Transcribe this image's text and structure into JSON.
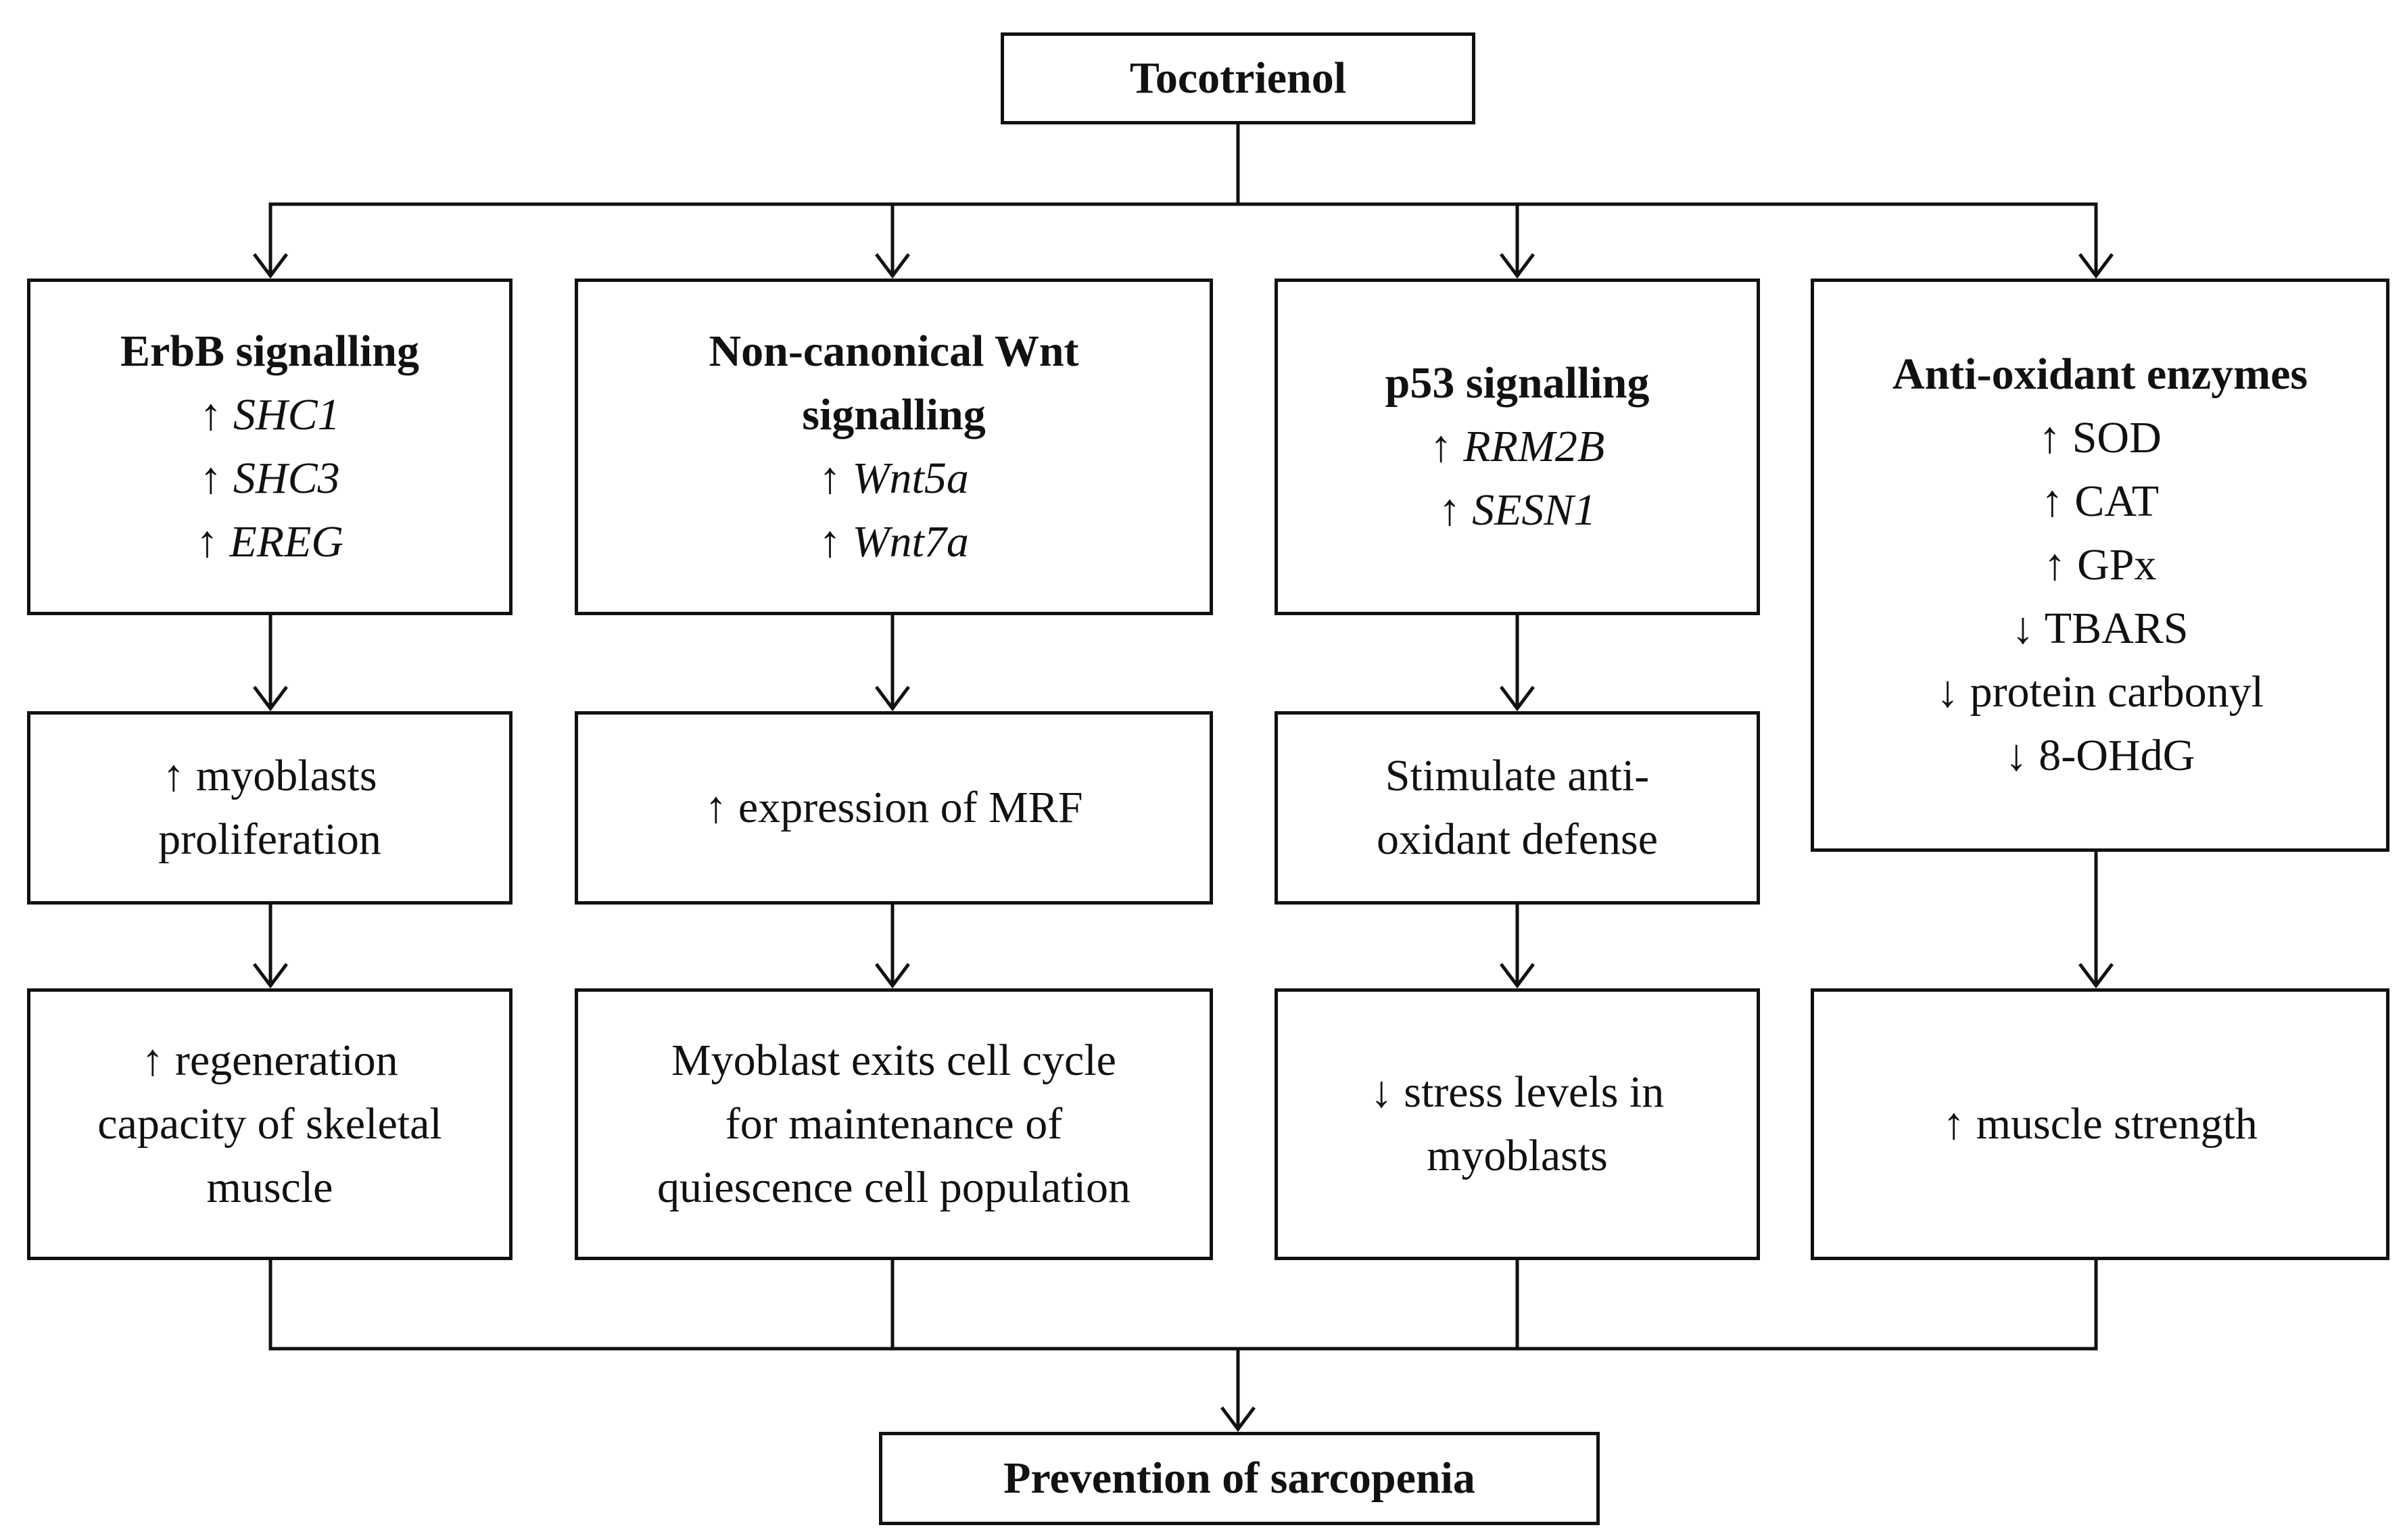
{
  "top": {
    "label": "Tocotrienol"
  },
  "columns": [
    {
      "head": {
        "title": [
          "ErbB signalling"
        ],
        "items": [
          {
            "arrow": "↑",
            "text": "SHC1"
          },
          {
            "arrow": "↑",
            "text": "SHC3"
          },
          {
            "arrow": "↑",
            "text": "EREG"
          }
        ]
      },
      "mid": [
        "↑ myoblasts",
        "proliferation"
      ],
      "out": [
        "↑ regeneration",
        "capacity  of skeletal",
        "muscle"
      ]
    },
    {
      "head": {
        "title": [
          "Non-canonical Wnt",
          "signalling"
        ],
        "items": [
          {
            "arrow": "↑",
            "text": "Wnt5a"
          },
          {
            "arrow": "↑",
            "text": "Wnt7a"
          }
        ]
      },
      "mid": [
        "↑ expression  of MRF"
      ],
      "out": [
        "Myoblast  exits cell cycle",
        "for maintenance  of",
        "quiescence  cell population"
      ]
    },
    {
      "head": {
        "title": [
          "p53 signalling"
        ],
        "items": [
          {
            "arrow": "↑",
            "text": "RRM2B"
          },
          {
            "arrow": "↑",
            "text": "SESN1"
          }
        ]
      },
      "mid": [
        "Stimulate  anti-",
        "oxidant  defense"
      ],
      "out": [
        "↓ stress levels in",
        "myoblasts"
      ]
    },
    {
      "head": {
        "title": [
          "Anti-oxidant  enzymes"
        ],
        "items": [
          {
            "arrow": "↑",
            "text": "SOD"
          },
          {
            "arrow": "↑",
            "text": "CAT"
          },
          {
            "arrow": "↑",
            "text": "GPx"
          },
          {
            "arrow": "↓",
            "text": "TBARS"
          },
          {
            "arrow": "↓",
            "text": "protein carbonyl"
          },
          {
            "arrow": "↓",
            "text": "8-OHdG"
          }
        ]
      },
      "out": [
        "↑ muscle strength"
      ]
    }
  ],
  "bottom": {
    "label": "Prevention  of sarcopenia"
  }
}
